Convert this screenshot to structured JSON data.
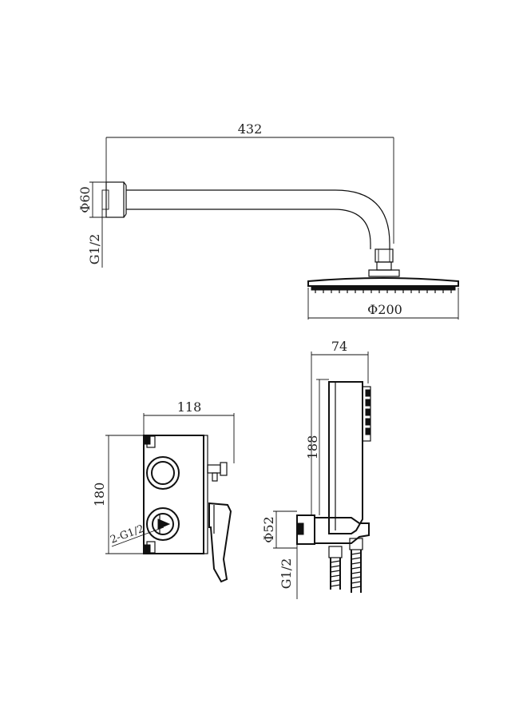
{
  "shower_arm": {
    "length_label": "432",
    "flange_diameter_label": "Φ60",
    "thread_label": "G1/2",
    "head_diameter_label": "Φ200"
  },
  "valve": {
    "width_label": "118",
    "height_label": "180",
    "outlets_label": "2-G1/2"
  },
  "hand_shower": {
    "width_label": "74",
    "length_label": "188",
    "elbow_diameter_label": "Φ52",
    "thread_label": "G1/2"
  }
}
